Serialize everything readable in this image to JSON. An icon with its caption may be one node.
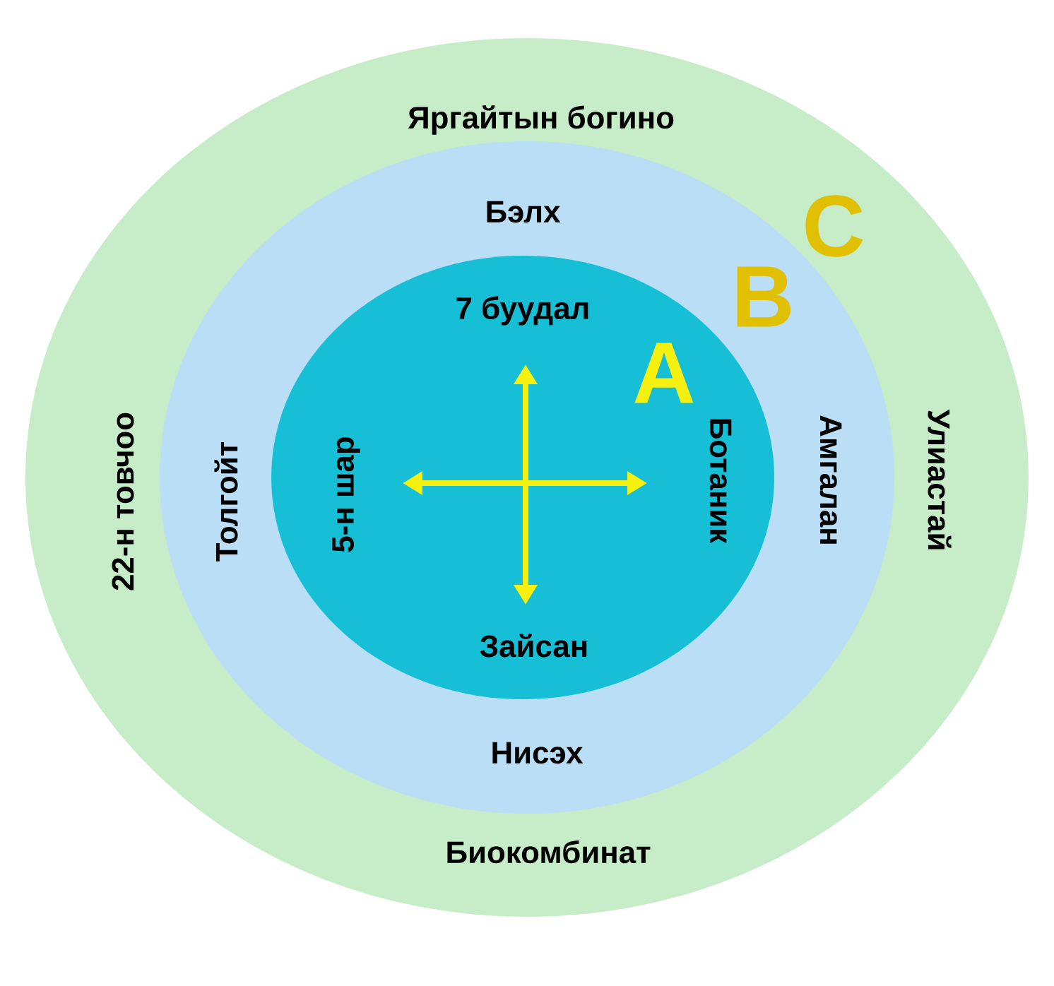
{
  "diagram": {
    "nodes": [
      {
        "text": [
          "C",
          "Яргайтын богино",
          "22-н товчоо",
          "Улиастай",
          "Биокомбинат"
        ]
      },
      {
        "text": [
          "B",
          "Бэлх",
          "Толгойт",
          "Амгалан",
          "Нисэх"
        ],
        "in": 0
      },
      {
        "text": [
          "A",
          "7 буудал",
          "5-н шар",
          "Ботаник",
          "Зайсан"
        ],
        "in": 1
      }
    ]
  }
}
